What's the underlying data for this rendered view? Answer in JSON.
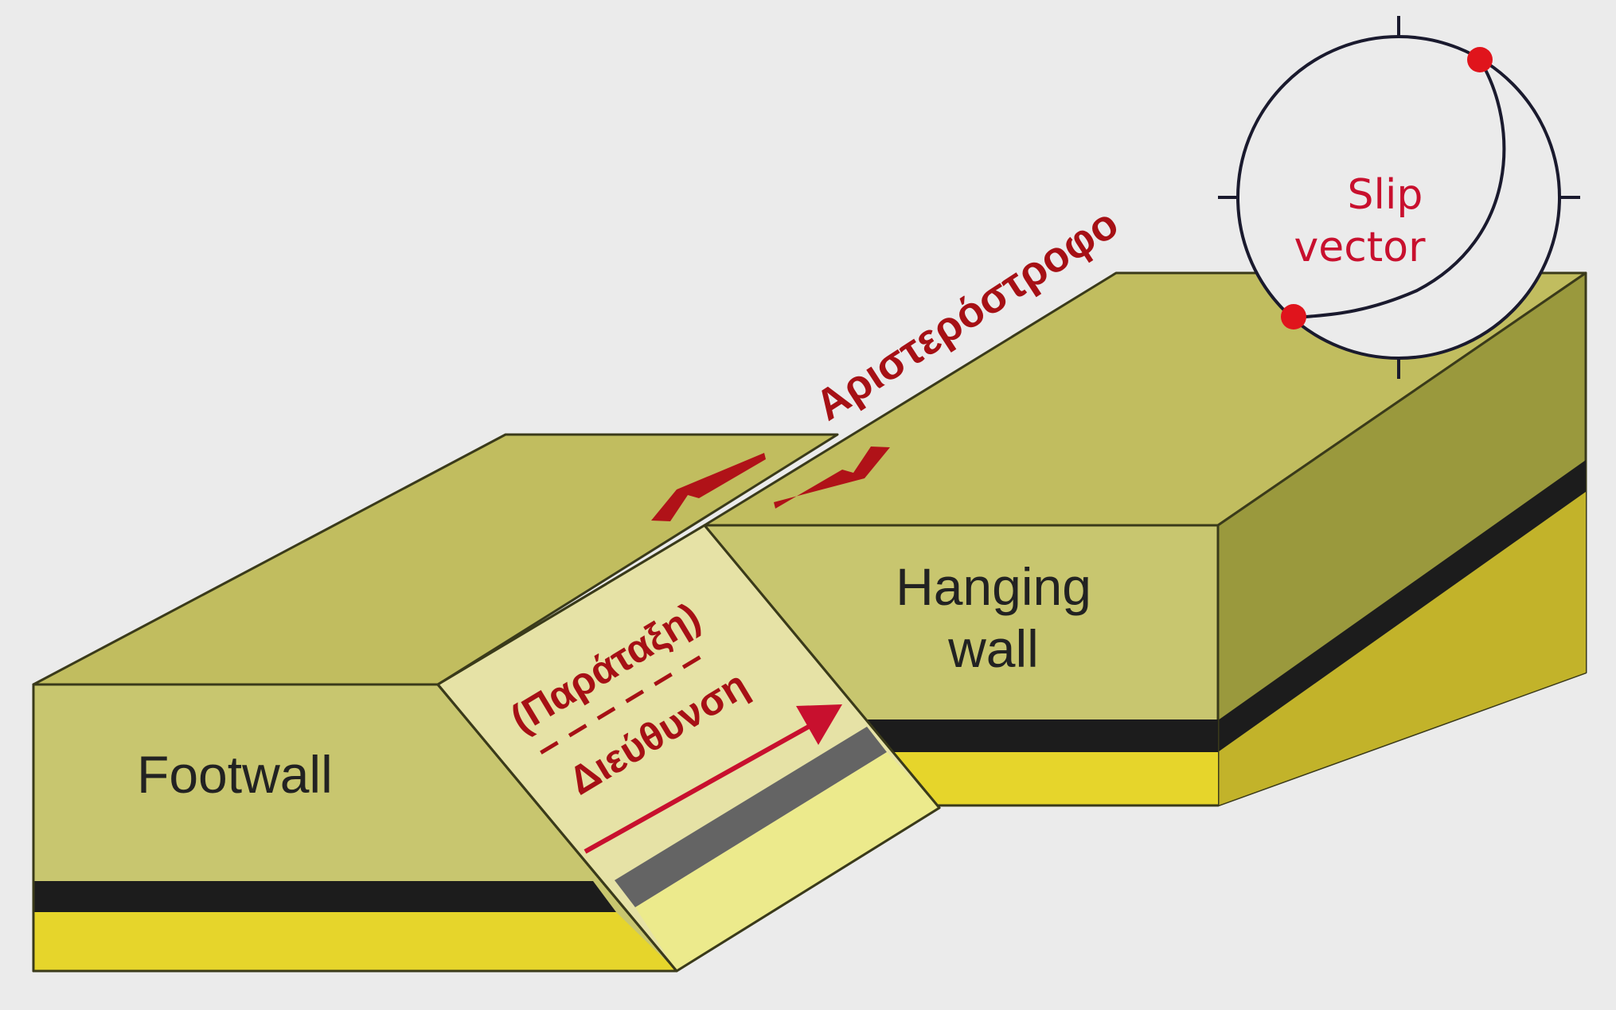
{
  "labels": {
    "footwall": "Footwall",
    "hanging_line1": "Hanging",
    "hanging_line2": "wall",
    "slip_line1": "Slip",
    "slip_line2": "vector",
    "sinistral": "Αριστερόστροφο",
    "strike_paren": "(Παράταξη)",
    "dashes": "– – – – – –",
    "direction": "Διεύθυνση"
  },
  "colors": {
    "background": "#ebebeb",
    "block_top": "#c1bd5f",
    "block_front": "#c8c66f",
    "block_side": "#9a993d",
    "fault_plane": "#e6e2a6",
    "fault_band": "#646464",
    "fault_light_band": "#ecea8c",
    "black_layer": "#1c1c1c",
    "yellow_layer": "#e6d52b",
    "yellow_layer_side": "#c2b32a",
    "arrow_red": "#b01218",
    "slip_red": "#c8102e",
    "label_red": "#a61015",
    "label_black": "#222222",
    "dot_red": "#e0141c"
  },
  "icons": {
    "stereonet": "stereonet-circle",
    "slip_point": "red-dot",
    "arrow": "half-arrow"
  }
}
